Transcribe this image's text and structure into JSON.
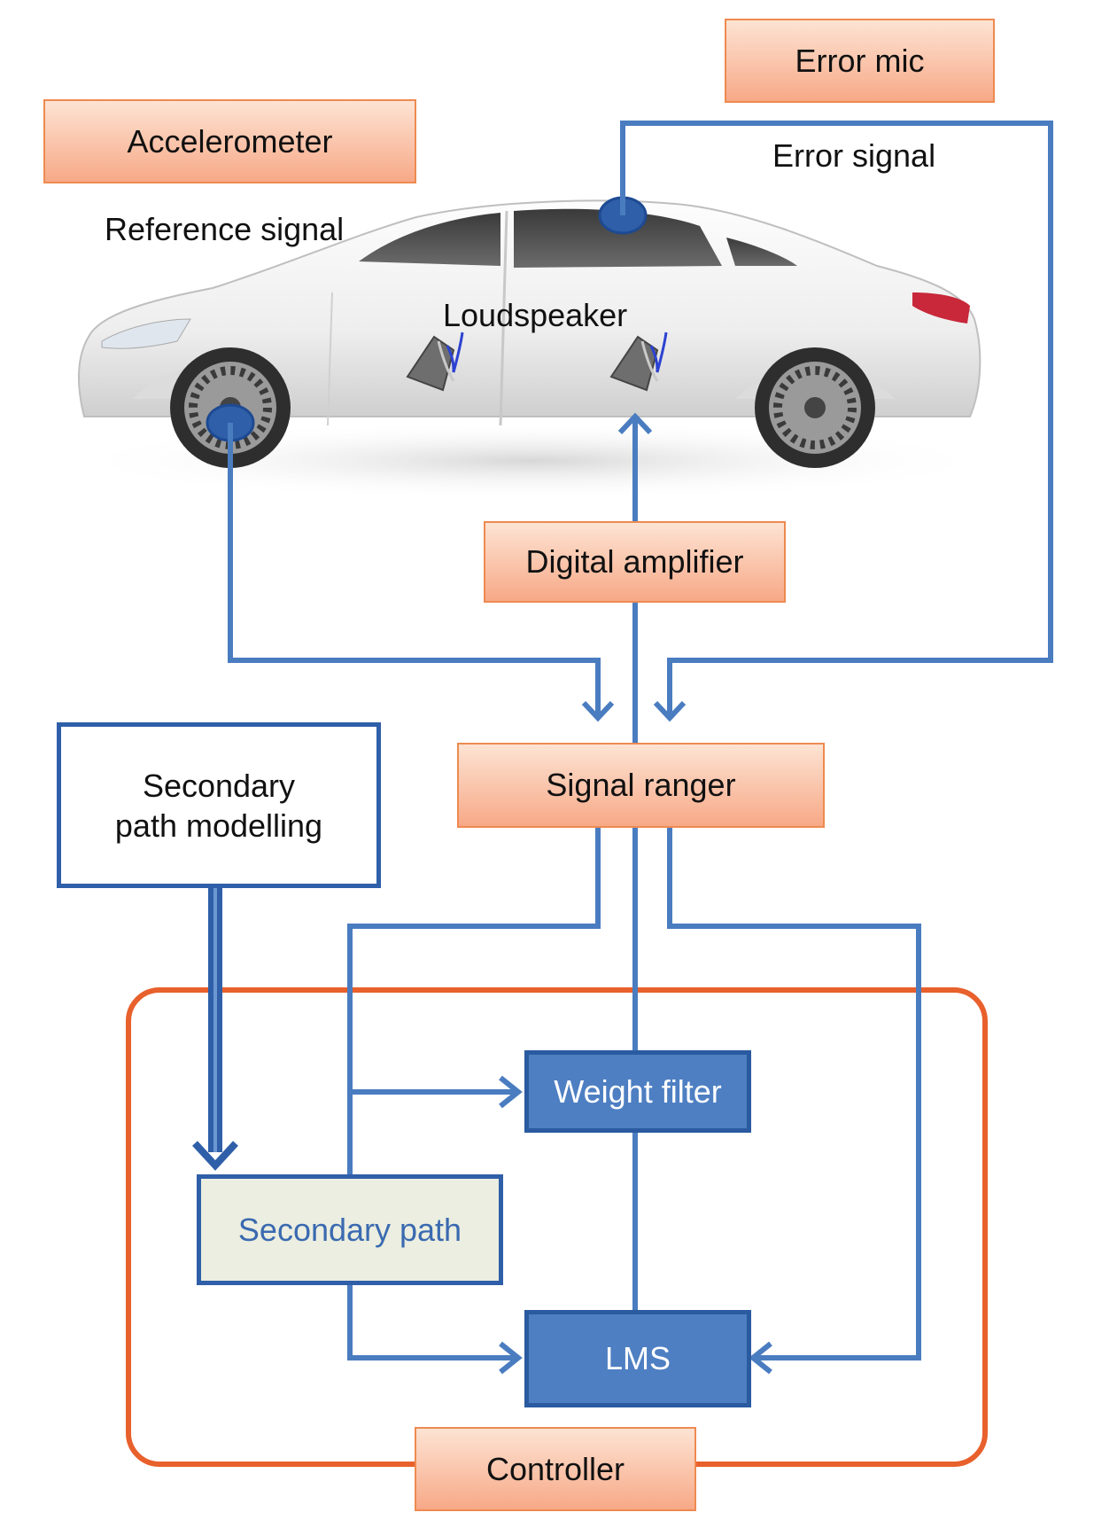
{
  "labels": {
    "error_mic": "Error mic",
    "accelerometer": "Accelerometer",
    "error_signal": "Error signal",
    "reference_signal": "Reference signal",
    "loudspeaker": "Loudspeaker",
    "digital_amplifier": "Digital amplifier",
    "secondary_path_modelling_line1": "Secondary",
    "secondary_path_modelling_line2": "path modelling",
    "signal_ranger": "Signal ranger",
    "weight_filter": "Weight filter",
    "secondary_path": "Secondary path",
    "lms": "LMS",
    "controller": "Controller"
  },
  "colors": {
    "signal_line": "#4a7cc0",
    "controller_border": "#e8602c",
    "box_orange": "#f7a987",
    "box_blue": "#4e7fc2"
  }
}
